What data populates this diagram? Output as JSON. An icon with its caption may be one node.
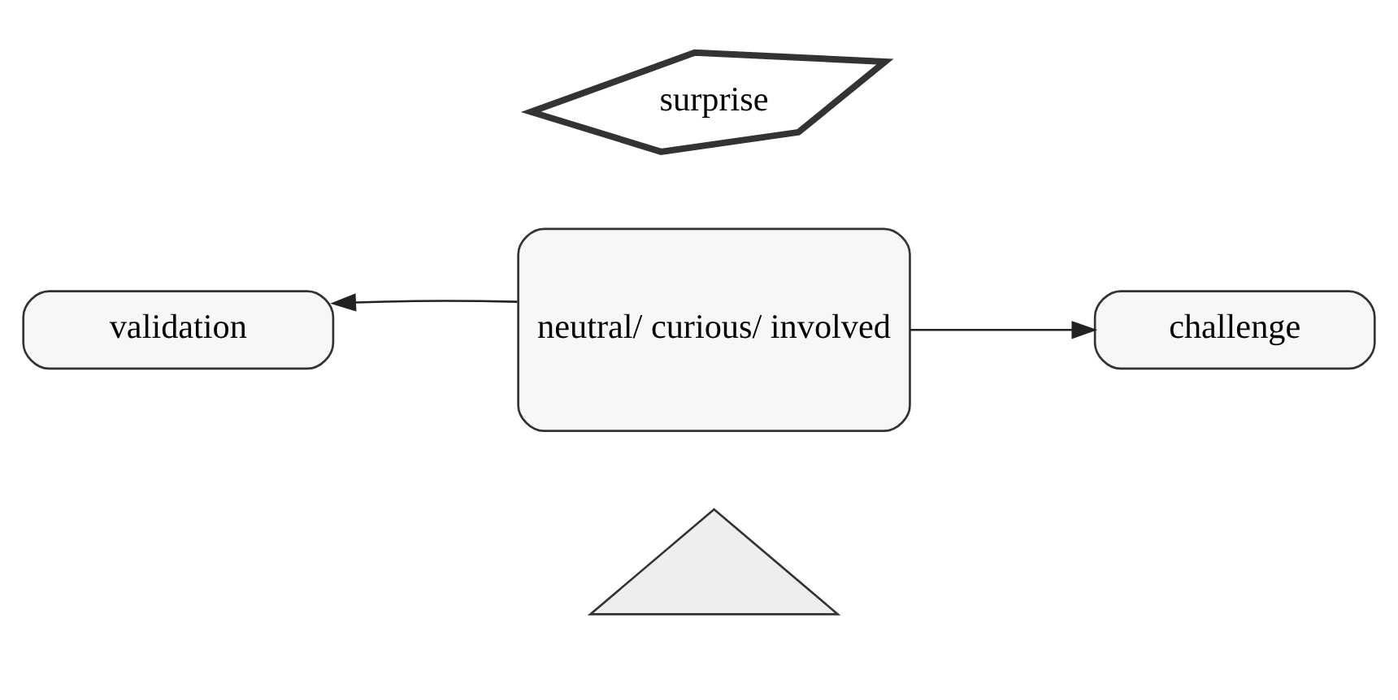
{
  "diagram": {
    "nodes": [
      {
        "text": [
          "surprise"
        ]
      },
      {
        "text": [
          "validation"
        ]
      },
      {
        "text": [
          "neutral/ curious/ involved"
        ]
      },
      {
        "text": [
          "challenge"
        ]
      },
      {
        "text": [],
        "shape": "triangle"
      }
    ],
    "edges": [
      {
        "from": 2,
        "to": 1,
        "arrow": "to"
      },
      {
        "from": 2,
        "to": 3,
        "arrow": "to"
      }
    ]
  }
}
